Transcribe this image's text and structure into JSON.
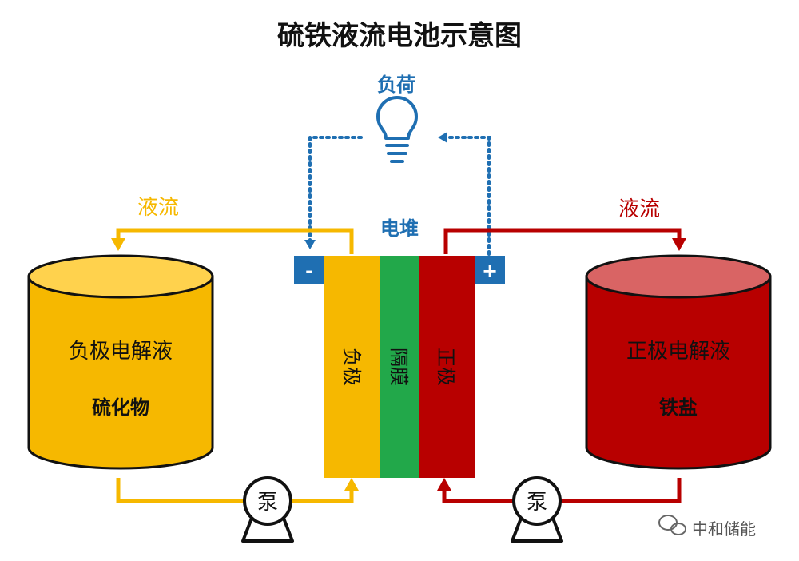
{
  "title": "硫铁液流电池示意图",
  "load": {
    "label": "负荷",
    "icon": "lightbulb-icon"
  },
  "stack": {
    "label": "电堆"
  },
  "flow": {
    "left_label": "液流",
    "right_label": "液流"
  },
  "left_tank": {
    "subtitle": "负极电解液",
    "content": "硫化物"
  },
  "right_tank": {
    "subtitle": "正极电解液",
    "content": "铁盐"
  },
  "cell": {
    "negative_electrode": "负极",
    "membrane": "隔膜",
    "positive_electrode": "正极"
  },
  "terminals": {
    "negative": "-",
    "positive": "+"
  },
  "pumps": {
    "left": "泵",
    "right": "泵"
  },
  "watermark": {
    "text": "中和储能",
    "icon": "wechat-icon"
  },
  "colors": {
    "negative": "#f6b800",
    "positive": "#b80000",
    "membrane": "#22a84a",
    "accent_blue": "#1f6fb2",
    "left_tank_top": "#ffd24d",
    "right_tank_top": "#d96464"
  }
}
